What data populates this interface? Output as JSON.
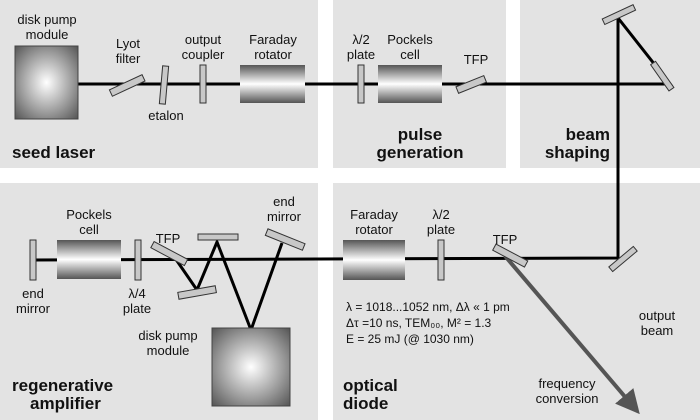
{
  "sections": {
    "seed_laser": "seed laser",
    "pulse_generation": [
      "pulse",
      "generation"
    ],
    "beam_shaping": [
      "beam",
      "shaping"
    ],
    "regenerative_amplifier": [
      "regenerative",
      "amplifier"
    ],
    "optical_diode": [
      "optical",
      "diode"
    ]
  },
  "labels": {
    "seed_pump": [
      "disk pump",
      "module"
    ],
    "lyot": [
      "Lyot",
      "filter"
    ],
    "etalon": "etalon",
    "output_coupler": [
      "output",
      "coupler"
    ],
    "faraday_top": [
      "Faraday",
      "rotator"
    ],
    "halfwave_top": [
      "λ/2",
      "plate"
    ],
    "pockels_top": [
      "Pockels",
      "cell"
    ],
    "tfp_top": "TFP",
    "pockels_bottom": [
      "Pockels",
      "cell"
    ],
    "end_mirror_left": [
      "end",
      "mirror"
    ],
    "quarterwave": [
      "λ/4",
      "plate"
    ],
    "tfp_amp": "TFP",
    "end_mirror_right": [
      "end",
      "mirror"
    ],
    "amp_pump": [
      "disk pump",
      "module"
    ],
    "faraday_bottom": [
      "Faraday",
      "rotator"
    ],
    "halfwave_bottom": [
      "λ/2",
      "plate"
    ],
    "tfp_diode": "TFP",
    "output_beam": [
      "output",
      "beam"
    ],
    "frequency_conversion": [
      "frequency",
      "conversion"
    ]
  },
  "specs": [
    "λ = 1018...1052 nm, Δλ « 1 pm",
    "Δτ =10  ns, TEM₀₀, M² = 1.3",
    "E = 25 mJ (@ 1030 nm)"
  ],
  "colors": {
    "panel": "#e3e3e3",
    "beam": "#000000",
    "output_arrow": "#555555"
  }
}
